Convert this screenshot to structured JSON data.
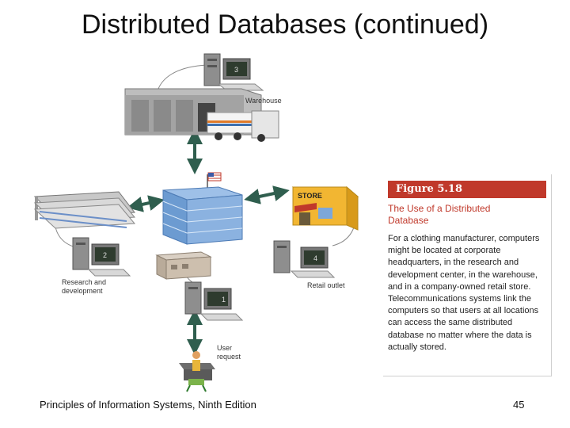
{
  "slide": {
    "title": "Distributed Databases (continued)",
    "footer": "Principles of Information Systems, Ninth Edition",
    "page_number": "45"
  },
  "diagram": {
    "locations": {
      "warehouse": {
        "label": "Warehouse",
        "number": "3"
      },
      "research": {
        "label_line1": "Research and",
        "label_line2": "development",
        "number": "2"
      },
      "retail": {
        "label": "Retail outlet",
        "number": "4"
      },
      "headquarters": {
        "number": "1"
      },
      "store_sign": "STORE",
      "user": {
        "label_line1": "User",
        "label_line2": "request"
      }
    }
  },
  "figure": {
    "badge": "Figure 5.18",
    "heading_line1": "The Use of a Distributed",
    "heading_line2": "Database",
    "caption": "For a clothing manufacturer, computers might be located at corporate headquarters, in the research and development center, in the warehouse, and in a company-owned retail store. Telecommunications systems link the computers so that users at all locations can access the same distributed database no matter where the data is actually stored."
  },
  "colors": {
    "figure_accent": "#c0392b",
    "arrow": "#2f5e4e",
    "building_blue": "#6c9bd1",
    "store_yellow": "#f2b632"
  }
}
